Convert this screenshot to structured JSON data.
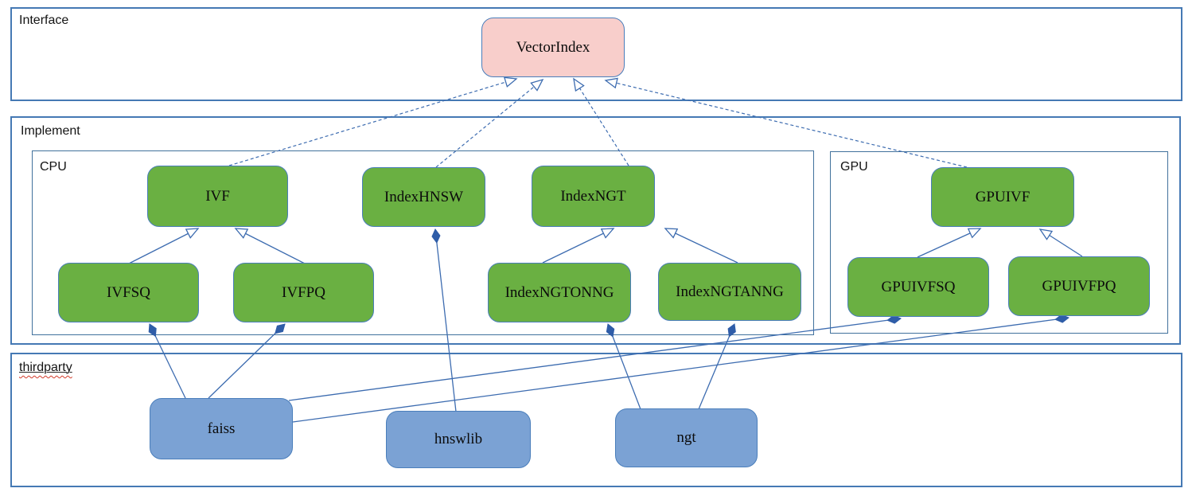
{
  "sections": {
    "interface": {
      "label": "Interface"
    },
    "implement": {
      "label": "Implement"
    },
    "cpu": {
      "label": "CPU"
    },
    "gpu": {
      "label": "GPU"
    },
    "thirdparty": {
      "label": "thirdparty"
    }
  },
  "nodes": {
    "vectorindex": {
      "label": "VectorIndex",
      "kind": "interface"
    },
    "ivf": {
      "label": "IVF",
      "kind": "class"
    },
    "indexhnsw": {
      "label": "IndexHNSW",
      "kind": "class"
    },
    "indexngt": {
      "label": "IndexNGT",
      "kind": "class"
    },
    "gpuivf": {
      "label": "GPUIVF",
      "kind": "class"
    },
    "ivfsq": {
      "label": "IVFSQ",
      "kind": "class"
    },
    "ivfpq": {
      "label": "IVFPQ",
      "kind": "class"
    },
    "indexngtonng": {
      "label": "IndexNGTONNG",
      "kind": "class"
    },
    "indexngtanng": {
      "label": "IndexNGTANNG",
      "kind": "class"
    },
    "gpuivfsq": {
      "label": "GPUIVFSQ",
      "kind": "class"
    },
    "gpuivfpq": {
      "label": "GPUIVFPQ",
      "kind": "class"
    },
    "faiss": {
      "label": "faiss",
      "kind": "library"
    },
    "hnswlib": {
      "label": "hnswlib",
      "kind": "library"
    },
    "ngt": {
      "label": "ngt",
      "kind": "library"
    }
  },
  "edges": [
    {
      "from": "IVF",
      "to": "VectorIndex",
      "type": "realization-dashed-hollow-arrow"
    },
    {
      "from": "IndexHNSW",
      "to": "VectorIndex",
      "type": "realization-dashed-hollow-arrow"
    },
    {
      "from": "IndexNGT",
      "to": "VectorIndex",
      "type": "realization-dashed-hollow-arrow"
    },
    {
      "from": "GPUIVF",
      "to": "VectorIndex",
      "type": "realization-dashed-hollow-arrow"
    },
    {
      "from": "IVFSQ",
      "to": "IVF",
      "type": "generalization-hollow-arrow"
    },
    {
      "from": "IVFPQ",
      "to": "IVF",
      "type": "generalization-hollow-arrow"
    },
    {
      "from": "IndexNGTONNG",
      "to": "IndexNGT",
      "type": "generalization-hollow-arrow"
    },
    {
      "from": "IndexNGTANNG",
      "to": "IndexNGT",
      "type": "generalization-hollow-arrow"
    },
    {
      "from": "GPUIVFSQ",
      "to": "GPUIVF",
      "type": "generalization-hollow-arrow"
    },
    {
      "from": "GPUIVFPQ",
      "to": "GPUIVF",
      "type": "generalization-hollow-arrow"
    },
    {
      "from": "faiss",
      "to": "IVFSQ",
      "type": "composition-filled-diamond"
    },
    {
      "from": "faiss",
      "to": "IVFPQ",
      "type": "composition-filled-diamond"
    },
    {
      "from": "faiss",
      "to": "GPUIVFSQ",
      "type": "composition-filled-diamond"
    },
    {
      "from": "faiss",
      "to": "GPUIVFPQ",
      "type": "composition-filled-diamond"
    },
    {
      "from": "hnswlib",
      "to": "IndexHNSW",
      "type": "composition-filled-diamond"
    },
    {
      "from": "ngt",
      "to": "IndexNGTONNG",
      "type": "composition-filled-diamond"
    },
    {
      "from": "ngt",
      "to": "IndexNGTANNG",
      "type": "composition-filled-diamond"
    }
  ],
  "colors": {
    "interface_node_fill": "#f8cecb",
    "class_node_fill": "#6ab042",
    "library_node_fill": "#7ba2d4",
    "node_border": "#4a7ebb",
    "container_border": "#4579b4",
    "edge_line": "#3d6cb0",
    "spellcheck_underline": "#d23a2a",
    "text": "#111111"
  }
}
